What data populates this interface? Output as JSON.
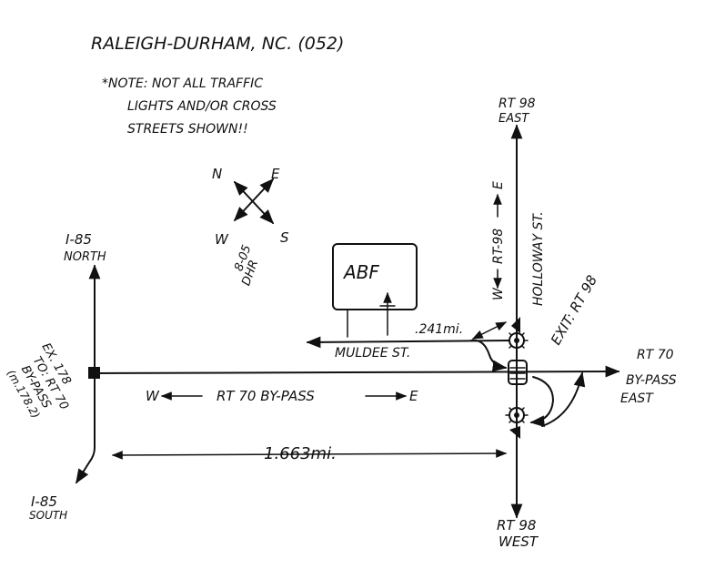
{
  "title": "RALEIGH-DURHAM, NC. (052)",
  "note": [
    "*NOTE: NOT ALL TRAFFIC",
    "LIGHTS AND/OR CROSS",
    "STREETS SHOWN!!"
  ],
  "compass": {
    "n": "N",
    "e": "E",
    "s": "S",
    "w": "W",
    "date": "8-05",
    "initials": "DHR"
  },
  "building": {
    "label": "ABF"
  },
  "labels": {
    "i85_north": [
      "I-85",
      "NORTH"
    ],
    "i85_south": [
      "I-85",
      "SOUTH"
    ],
    "rt98_east": [
      "RT 98",
      "EAST"
    ],
    "rt98_west": [
      "RT 98",
      "WEST"
    ],
    "rt70_east": [
      "RT 70",
      "BY-PASS",
      "EAST"
    ],
    "rt70_bypass_w": "W",
    "rt70_bypass_mid": "RT 70 BY-PASS",
    "rt70_bypass_e": "E",
    "muldee": "MULDEE ST.",
    "dist_short": ".241mi.",
    "dist_long": "1.663mi.",
    "exit_rt98": "EXIT: RT 98",
    "holloway": "HOLLOWAY ST.",
    "rt98_vertical_w": "W",
    "rt98_vertical_mid": "RT-98",
    "rt98_vertical_e": "E",
    "exit178": [
      "EX. 178",
      "TO: RT 70",
      "BY-PASS",
      "(m.178.2)"
    ]
  }
}
